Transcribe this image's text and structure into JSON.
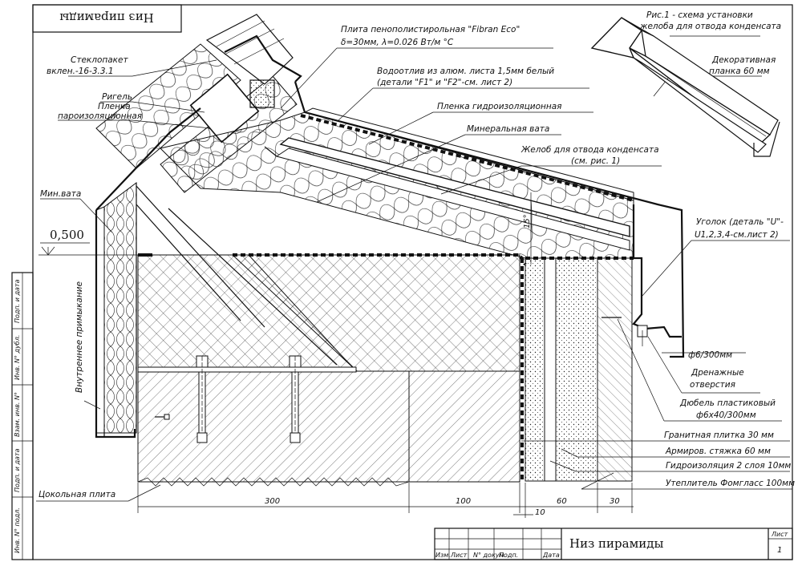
{
  "drawing": {
    "title": "Низ пирамиды",
    "title_mirrored": "Низ пирамиды",
    "sheet_label": "Лист",
    "sheet_number": "1",
    "level_mark": "0,500"
  },
  "labels": {
    "glass_unit": [
      "Стеклопакет",
      "вклен.-16-3.3.1"
    ],
    "rigel": "Ригель",
    "vapor_film": [
      "Пленка",
      "пароизоляционная"
    ],
    "mineral_wool_left": "Мин.вата",
    "inner_junction": "Внутреннее примыкание",
    "plinth_slab": "Цокольная плита",
    "foam_board": [
      "Плита пенополистирольная \"Fibran Eco\"",
      "δ=30мм, λ=0.026 Вт/м °С"
    ],
    "drip": [
      "Водоотлив из алюм. листа 1,5мм белый",
      "(детали \"F1\" и \"F2\"-см. лист 2)"
    ],
    "waterproof_film": "Пленка гидроизоляционная",
    "mineral_wool": "Минеральная вата",
    "condensate_gutter": [
      "Желоб для отвода конденсата",
      "(см. рис. 1)"
    ],
    "fig1": [
      "Рис.1 - схема установки",
      "желоба для отвода конденсата"
    ],
    "deco_strip": [
      "Декоративная",
      "планка 60 мм"
    ],
    "angle": [
      "Уголок (деталь \"U\"-",
      "U1,2,3,4-см.лист 2)"
    ],
    "drain_dia": "ф6/300мм",
    "drain_holes": [
      "Дренажные",
      "отверстия"
    ],
    "dowel": [
      "Дюбель пластиковый",
      "ф6х40/300мм"
    ],
    "granite": "Гранитная плитка 30 мм",
    "screed": "Армиров. стяжка 60 мм",
    "waterproofing": "Гидроизоляция 2 слоя 10мм",
    "insulation": "Утеплитель Фомгласс 100мм",
    "angle_15": "15°"
  },
  "dimensions": {
    "d300": "300",
    "d100": "100",
    "d10": "10",
    "d60": "60",
    "d30": "30"
  },
  "stamp": {
    "columns": [
      "Изм.",
      "Лист",
      "N° докум.",
      "Подп.",
      "Дата"
    ],
    "side": [
      "Подп. и дата",
      "Инв. N° дубл.",
      "Взам. инв. N°",
      "Подп. и дата",
      "Инв. N° подл."
    ]
  }
}
